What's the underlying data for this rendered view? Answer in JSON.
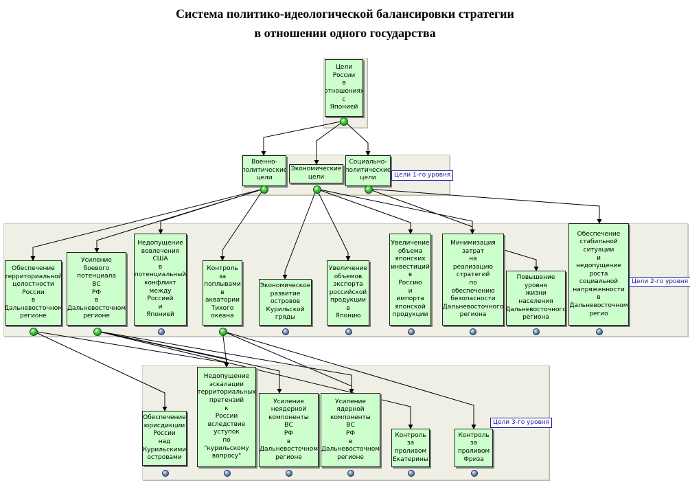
{
  "title_line1": "Система политико-идеологической балансировки стратегии",
  "title_line2": "в отношении одного государства",
  "levels": {
    "l1": "Цели 1-го уровня",
    "l2": "Цели 2-го уровня",
    "l3": "Цели 3-го уровня"
  },
  "nodes": {
    "root": "Цели\nРоссии\nв\nотношениях\nс\nЯпонией",
    "n1a": "Военно-\nполитические\nцели",
    "n1b": "Экономические\nцели",
    "n1c": "Социально-\nполитические\nцели",
    "n2a": "Обеспечение\nтерриториальной\nцелостности\nРоссии\nв\nДальневосточном\nрегионе",
    "n2b": "Усиление\nбоевого\nпотенциала\nВС\nРФ\nв\nДальневосточном\nрегионе",
    "n2c": "Недопущение\nвовлечения\nСША\nв\nпотенциальный\nконфликт\nмежду\nРоссией\nи\nЯпонией",
    "n2d": "Контроль\nза\nпоплывами\nв\nакватории\nТихого\nокеана",
    "n2e": "Экономическое\nразвитие\nостровов\nКурильской\nгряды",
    "n2f": "Увеличение\nобъемов\nэкспорта\nроссийской\nпродукции\nв\nЯпонию",
    "n2g": "Увеличение\nобъема\nяпонских\nинвестиций\nв\nРоссию\nи\nимпорта\nяпонской\nпродукции",
    "n2h": "Минимизация\nзатрат\nна\nреализацию\nстратегий\nпо\nобеспечению\nбезопасности\nДальневосточного\nрегиона",
    "n2i": "Повышение\nуровня\nжизни\nнаселения\nДальневосточного\nрегиона",
    "n2j": "Обеспечение\nстабильной\nситуации\nи\nнедопущение\nроста\nсоциальной\nнапряженности\nв\nДальневосточном\nрегио",
    "n3a": "Обеспечение\nюрисдикции\nРоссии\nнад\nКурильскими\nостровами",
    "n3b": "Недопущение\nэскалации\nтерриториальных\nпретензий\nк\nРоссии\nвследствие\nуступок\nпо\n\"курильскому\nвопросу\"",
    "n3c": "Усиление\nнеядерной\nкомпоненты\nВС\nРФ\nв\nДальневосточном\nрегионе",
    "n3d": "Усиление\nядерной\nкомпоненты\nВС\nРФ\nв\nДальневосточном\nрегионе",
    "n3e": "Контроль\nза\nпроливом\nЕкатерины",
    "n3f": "Контроль\nза\nпроливом\nФриза"
  }
}
